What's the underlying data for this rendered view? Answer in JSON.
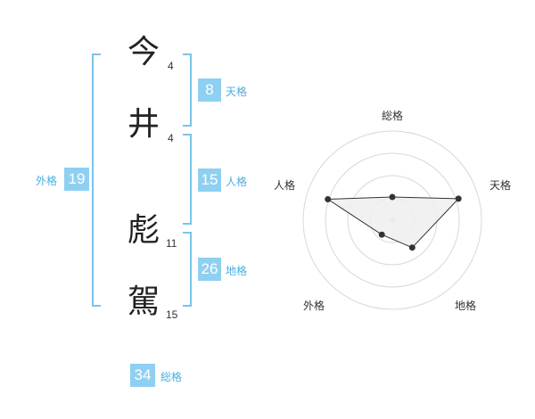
{
  "name": {
    "chars": [
      {
        "char": "今",
        "strokes": "4"
      },
      {
        "char": "井",
        "strokes": "4"
      },
      {
        "char": "彪",
        "strokes": "11"
      },
      {
        "char": "駕",
        "strokes": "15"
      }
    ]
  },
  "fortune": {
    "tenkaku": {
      "label": "天格",
      "value": "8"
    },
    "jinkaku": {
      "label": "人格",
      "value": "15"
    },
    "chikaku": {
      "label": "地格",
      "value": "26"
    },
    "gaikaku": {
      "label": "外格",
      "value": "19"
    },
    "soukaku": {
      "label": "総格",
      "value": "34"
    }
  },
  "chart_data": {
    "type": "radar",
    "axes": [
      "総格",
      "天格",
      "地格",
      "外格",
      "人格"
    ],
    "rings": 4,
    "values": [
      1.3,
      3.9,
      1.9,
      1.0,
      3.8
    ],
    "max": 5,
    "fill_color": "#efefef",
    "line_color": "#333333",
    "grid_color": "#d8d8d8"
  }
}
